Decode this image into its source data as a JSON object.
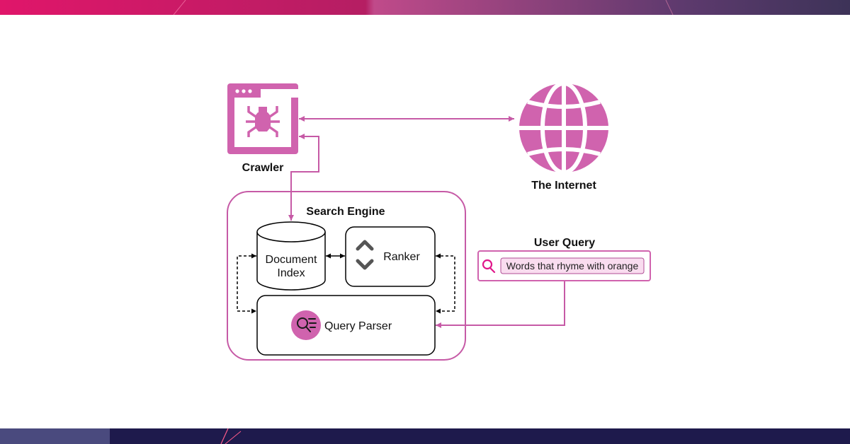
{
  "colors": {
    "accent": "#d063ae",
    "accent_dark": "#c65aa6",
    "line": "#000000",
    "banner_pink": "#e0166a",
    "banner_navy": "#1e1a4c"
  },
  "icons": {
    "crawler": "spider-window-icon",
    "internet": "globe-icon",
    "ranker": "chevron-up-down-icon",
    "query_parser": "search-filter-icon",
    "user_query": "search-icon"
  },
  "nodes": {
    "crawler": {
      "label": "Crawler"
    },
    "internet": {
      "label": "The Internet"
    },
    "search_engine": {
      "label": "Search Engine"
    },
    "document_index": {
      "line1": "Document",
      "line2": "Index"
    },
    "ranker": {
      "label": "Ranker"
    },
    "query_parser": {
      "label": "Query Parser"
    },
    "user_query": {
      "label": "User Query",
      "value": "Words that rhyme with orange"
    }
  },
  "edges": [
    {
      "from": "crawler",
      "to": "internet",
      "style": "solid",
      "direction": "both"
    },
    {
      "from": "crawler",
      "to": "document_index",
      "style": "solid",
      "direction": "both"
    },
    {
      "from": "document_index",
      "to": "ranker",
      "style": "solid",
      "direction": "both"
    },
    {
      "from": "document_index",
      "to": "query_parser",
      "style": "dashed",
      "direction": "both"
    },
    {
      "from": "ranker",
      "to": "query_parser",
      "style": "dashed",
      "direction": "both"
    },
    {
      "from": "user_query",
      "to": "query_parser",
      "style": "solid",
      "direction": "forward"
    }
  ]
}
